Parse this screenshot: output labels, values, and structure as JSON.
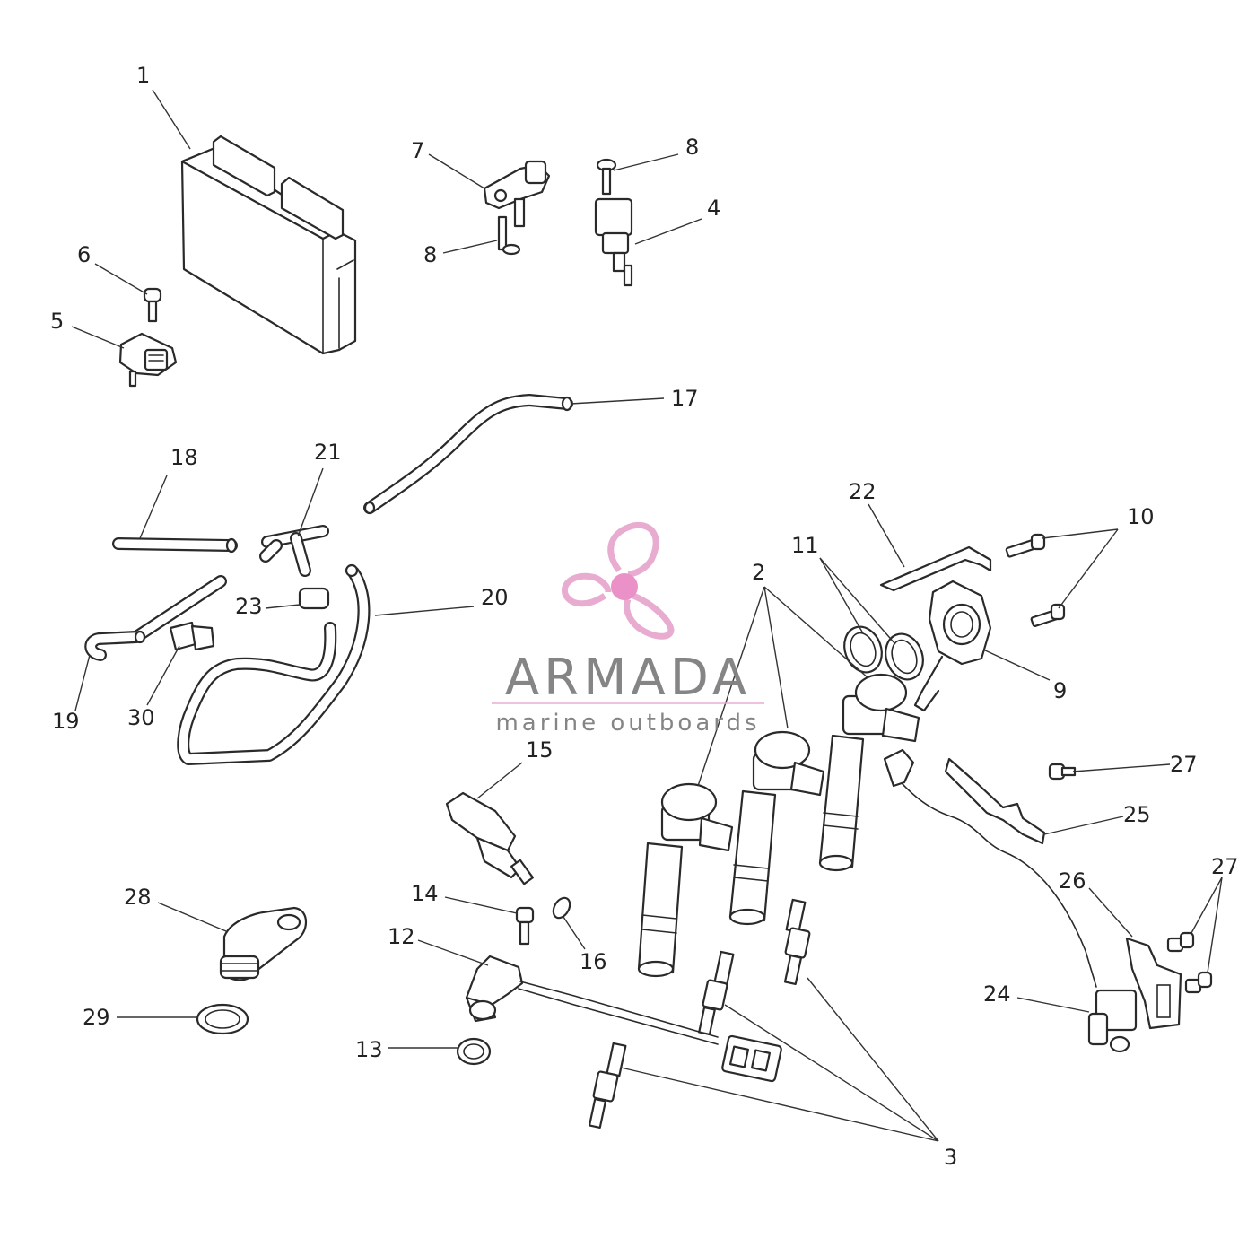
{
  "watermark": {
    "title": "ARMADA",
    "subtitle": "marine outboards",
    "color_text": "#7f7f7f",
    "color_logo": "#e8a8cf",
    "color_logo_center": "#e98cc5"
  },
  "callouts": [
    {
      "id": "c1",
      "label": "1"
    },
    {
      "id": "c2",
      "label": "2"
    },
    {
      "id": "c3",
      "label": "3"
    },
    {
      "id": "c4",
      "label": "4"
    },
    {
      "id": "c5",
      "label": "5"
    },
    {
      "id": "c6",
      "label": "6"
    },
    {
      "id": "c7",
      "label": "7"
    },
    {
      "id": "c8a",
      "label": "8"
    },
    {
      "id": "c8b",
      "label": "8"
    },
    {
      "id": "c9",
      "label": "9"
    },
    {
      "id": "c10",
      "label": "10"
    },
    {
      "id": "c11",
      "label": "11"
    },
    {
      "id": "c12",
      "label": "12"
    },
    {
      "id": "c13",
      "label": "13"
    },
    {
      "id": "c14",
      "label": "14"
    },
    {
      "id": "c15",
      "label": "15"
    },
    {
      "id": "c16",
      "label": "16"
    },
    {
      "id": "c17",
      "label": "17"
    },
    {
      "id": "c18",
      "label": "18"
    },
    {
      "id": "c19",
      "label": "19"
    },
    {
      "id": "c20",
      "label": "20"
    },
    {
      "id": "c21",
      "label": "21"
    },
    {
      "id": "c22",
      "label": "22"
    },
    {
      "id": "c23",
      "label": "23"
    },
    {
      "id": "c24",
      "label": "24"
    },
    {
      "id": "c25",
      "label": "25"
    },
    {
      "id": "c26",
      "label": "26"
    },
    {
      "id": "c27a",
      "label": "27"
    },
    {
      "id": "c27b",
      "label": "27"
    },
    {
      "id": "c28",
      "label": "28"
    },
    {
      "id": "c29",
      "label": "29"
    },
    {
      "id": "c30",
      "label": "30"
    }
  ]
}
